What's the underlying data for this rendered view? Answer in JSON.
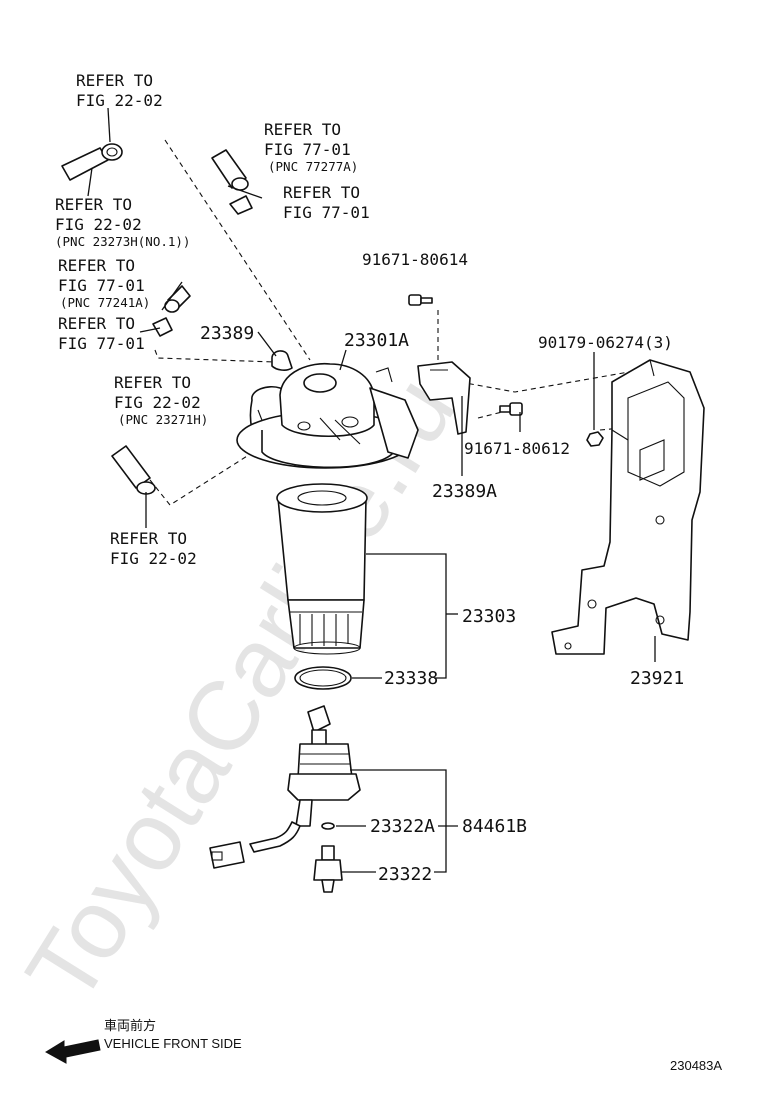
{
  "watermark": "ToyotaCarline.ru",
  "references": [
    {
      "line1": "REFER TO",
      "line2": "FIG 22-02",
      "note": ""
    },
    {
      "line1": "REFER TO",
      "line2": "FIG 22-02",
      "note": "(PNC 23273H(NO.1))"
    },
    {
      "line1": "REFER TO",
      "line2": "FIG 77-01",
      "note": "(PNC 77277A)"
    },
    {
      "line1": "REFER TO",
      "line2": "FIG 77-01",
      "note": ""
    },
    {
      "line1": "REFER TO",
      "line2": "FIG 77-01",
      "note": "(PNC 77241A)"
    },
    {
      "line1": "REFER TO",
      "line2": "FIG 77-01",
      "note": ""
    },
    {
      "line1": "REFER TO",
      "line2": "FIG 22-02",
      "note": "(PNC 23271H)"
    },
    {
      "line1": "REFER TO",
      "line2": "FIG 22-02",
      "note": ""
    }
  ],
  "part_numbers": {
    "p91671_80614": "91671-80614",
    "p90179_06274": "90179-06274(3)",
    "p23389": "23389",
    "p23301A": "23301A",
    "p91671_80612": "91671-80612",
    "p23389A": "23389A",
    "p23303": "23303",
    "p23338": "23338",
    "p23921": "23921",
    "p23322A": "23322A",
    "p84461B": "84461B",
    "p23322": "23322"
  },
  "legend": {
    "direction_jp": "車両前方",
    "direction_en": "VEHICLE FRONT SIDE"
  },
  "figure_id": "230483A"
}
